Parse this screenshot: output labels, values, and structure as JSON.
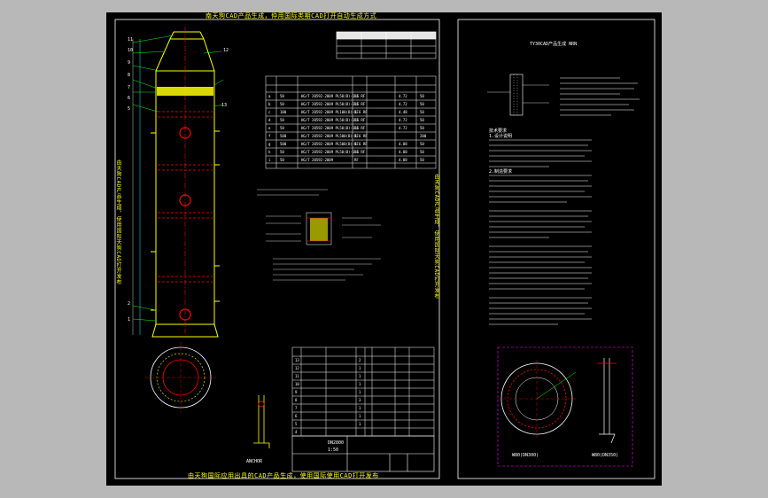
{
  "viewer": {
    "background_color": "#b8b8b8",
    "canvas_color": "#000000"
  },
  "drawing": {
    "top_banner": "南天狗CAD产品生成，仲用国际类期CAD打开自动生成方式",
    "bottom_banner": "由天狗国际应用出具的CAD产品生成，使用国际使用CAD打开发布",
    "side_banner_left": "由天狗CAD产品生成，使用国际天狗CAD打开发布",
    "side_banner_right": "由天狗CAD产品生成，使用国际天狗CAD打开发布",
    "title_block_text": "DN2800",
    "title_block_scale": "1:50",
    "right_header": "TY30CAD产品生成 NRN",
    "detail_labels": [
      "W80(DN300)",
      "W80(DN350)"
    ],
    "notes_title": "技术要求",
    "notes_heading": "1.设计说明",
    "notes_sub": "2.制造要求",
    "colors": {
      "frame": "#ffffff",
      "vessel_outline": "#ffff00",
      "centerline": "#ff0000",
      "leader": "#00ff00",
      "text": "#ffffff",
      "banner": "#ffff00",
      "table_line": "#ffffff",
      "dimension": "#00ffff",
      "magenta": "#ff00ff"
    }
  }
}
